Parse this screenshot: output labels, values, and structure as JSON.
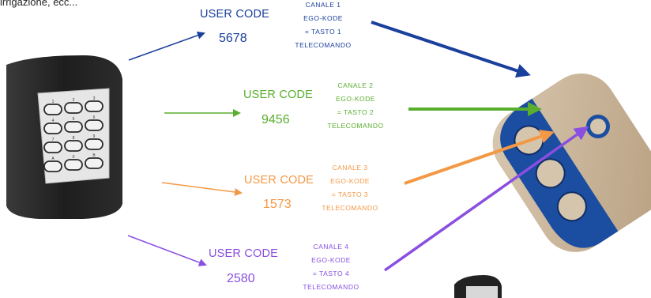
{
  "header": {
    "text": "irrigazione, ecc..."
  },
  "colors": {
    "channel1": "#1a3f9c",
    "channel2": "#5aae2e",
    "channel3": "#f39845",
    "channel4": "#8a4fe0"
  },
  "codes": [
    {
      "label": "USER CODE",
      "value": "5678",
      "channel_lines": [
        "CANALE 1",
        "EGO-KODE",
        "= TASTO 1",
        "TELECOMANDO"
      ]
    },
    {
      "label": "USER CODE",
      "value": "9456",
      "channel_lines": [
        "CANALE 2",
        "EGO-KODE",
        "= TASTO 2",
        "TELECOMANDO"
      ]
    },
    {
      "label": "USER CODE",
      "value": "1573",
      "channel_lines": [
        "CANALE 3",
        "EGO-KODE",
        "= TASTO 3",
        "TELECOMANDO"
      ]
    },
    {
      "label": "USER CODE",
      "value": "2580",
      "channel_lines": [
        "CANALE 4",
        "EGO-KODE",
        "= TASTO 4",
        "TELECOMANDO"
      ]
    }
  ],
  "keypad": {
    "icon": "keypad-icon",
    "keys": [
      "1",
      "2",
      "3",
      "4",
      "5",
      "6",
      "7",
      "8",
      "9",
      "A",
      "0",
      "B"
    ]
  },
  "remote": {
    "icon": "remote-control-icon"
  }
}
